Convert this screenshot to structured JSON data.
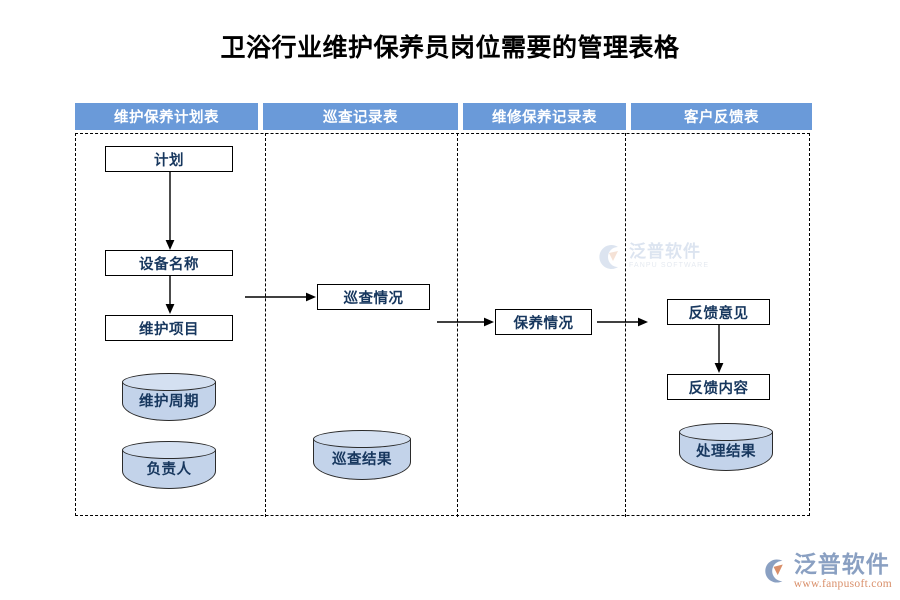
{
  "page": {
    "title": "卫浴行业维护保养员岗位需要的管理表格",
    "background_color": "#ffffff"
  },
  "colors": {
    "header_blue": "#6a9ad9",
    "node_text_blue": "#17375e",
    "cylinder_fill": "#c3d3ea",
    "cylinder_top": "#d4e0f1",
    "border_black": "#000000",
    "logo_blue": "#8aa0c2",
    "logo_orange": "#d98f6a"
  },
  "diagram": {
    "type": "swimlane-flowchart",
    "columns": [
      {
        "id": "col-plan",
        "header": "维护保养计划表",
        "nodes": [
          {
            "id": "node-plan",
            "label": "计划",
            "shape": "rect"
          },
          {
            "id": "node-equipment-name",
            "label": "设备名称",
            "shape": "rect"
          },
          {
            "id": "node-maintenance-item",
            "label": "维护项目",
            "shape": "rect"
          },
          {
            "id": "node-maintenance-cycle",
            "label": "维护周期",
            "shape": "cylinder"
          },
          {
            "id": "node-owner",
            "label": "负责人",
            "shape": "cylinder"
          }
        ]
      },
      {
        "id": "col-inspection",
        "header": "巡查记录表",
        "nodes": [
          {
            "id": "node-inspection-status",
            "label": "巡查情况",
            "shape": "rect"
          },
          {
            "id": "node-inspection-result",
            "label": "巡查结果",
            "shape": "cylinder"
          }
        ]
      },
      {
        "id": "col-repair",
        "header": "维修保养记录表",
        "nodes": [
          {
            "id": "node-maintenance-status",
            "label": "保养情况",
            "shape": "rect"
          }
        ]
      },
      {
        "id": "col-feedback",
        "header": "客户反馈表",
        "nodes": [
          {
            "id": "node-feedback-opinion",
            "label": "反馈意见",
            "shape": "rect"
          },
          {
            "id": "node-feedback-content",
            "label": "反馈内容",
            "shape": "rect"
          },
          {
            "id": "node-process-result",
            "label": "处理结果",
            "shape": "cylinder"
          }
        ]
      }
    ],
    "connectors": [
      {
        "id": "arrow-plan-to-equipment",
        "from": "node-plan",
        "to": "node-equipment-name",
        "direction": "down"
      },
      {
        "id": "arrow-equipment-to-item",
        "from": "node-equipment-name",
        "to": "node-maintenance-item",
        "direction": "down"
      },
      {
        "id": "arrow-plan-to-inspection",
        "from": "col-plan",
        "to": "node-inspection-status",
        "direction": "right"
      },
      {
        "id": "arrow-inspection-to-repair",
        "from": "col-inspection",
        "to": "node-maintenance-status",
        "direction": "right"
      },
      {
        "id": "arrow-repair-to-feedback",
        "from": "node-maintenance-status",
        "to": "col-feedback",
        "direction": "right"
      },
      {
        "id": "arrow-opinion-to-content",
        "from": "node-feedback-opinion",
        "to": "node-feedback-content",
        "direction": "down"
      }
    ]
  },
  "watermark": {
    "cn": "泛普软件",
    "en": "FANPU SOFTWARE"
  },
  "brand": {
    "cn": "泛普软件",
    "url": "www.fanpusoft.com"
  }
}
